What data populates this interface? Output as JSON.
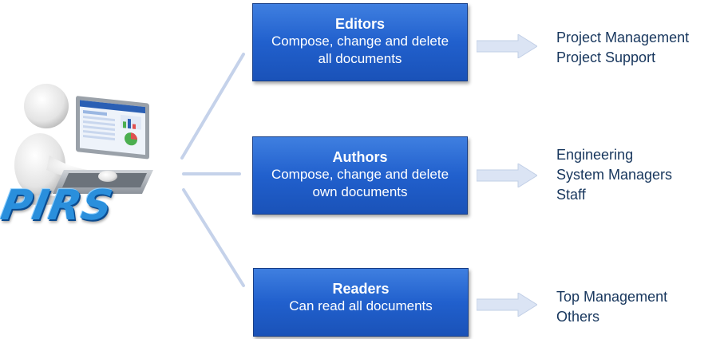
{
  "logo": {
    "text": "PIRS"
  },
  "illustration": {
    "icon": "person-at-laptop-icon"
  },
  "roles": [
    {
      "title": "Editors",
      "description_lines": [
        "Compose, change and delete",
        "all documents"
      ],
      "groups": [
        "Project Management",
        "Project Support"
      ]
    },
    {
      "title": "Authors",
      "description_lines": [
        "Compose, change and delete",
        "own documents"
      ],
      "groups": [
        "Engineering",
        "System Managers",
        "Staff"
      ]
    },
    {
      "title": "Readers",
      "description_lines": [
        "Can read all documents"
      ],
      "groups": [
        "Top Management",
        "Others"
      ]
    }
  ],
  "colors": {
    "box_fill": "#2160cd",
    "arrow_fill": "#dbe4f4",
    "connector": "#c5d2ea",
    "group_text": "#17365d",
    "logo": "#2a8fdc"
  }
}
